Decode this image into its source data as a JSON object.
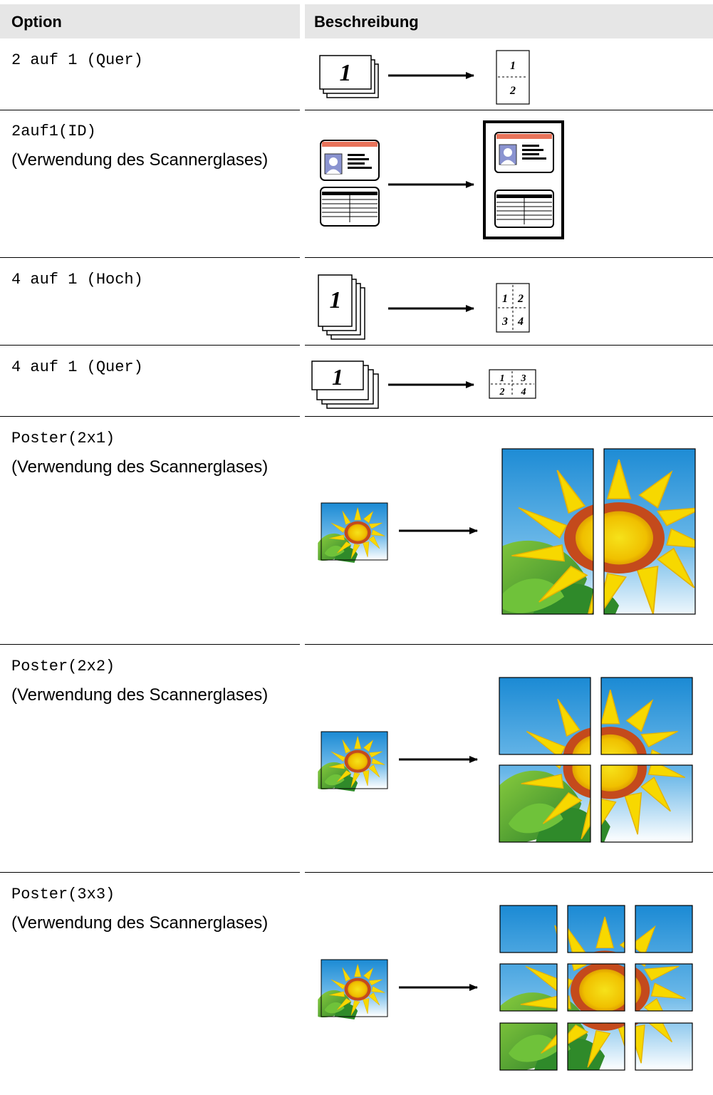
{
  "header": {
    "option": "Option",
    "description": "Beschreibung"
  },
  "rows": [
    {
      "option": "2 auf 1 (Quer)",
      "note": "",
      "diagram": "two-in-one-landscape-icon",
      "numbers": [
        "1",
        "1",
        "2"
      ]
    },
    {
      "option": "2auf1(ID)",
      "note": "(Verwendung des Scannerglases)",
      "diagram": "id-card-copy-icon"
    },
    {
      "option": "4 auf 1 (Hoch)",
      "note": "",
      "diagram": "four-in-one-portrait-icon",
      "numbers": [
        "1",
        "1",
        "2",
        "3",
        "4"
      ]
    },
    {
      "option": "4 auf 1 (Quer)",
      "note": "",
      "diagram": "four-in-one-landscape-icon",
      "numbers": [
        "1",
        "1",
        "3",
        "2",
        "4"
      ]
    },
    {
      "option": "Poster(2x1)",
      "note": "(Verwendung des Scannerglases)",
      "diagram": "poster-2x1-sunflower-icon"
    },
    {
      "option": "Poster(2x2)",
      "note": "(Verwendung des Scannerglases)",
      "diagram": "poster-2x2-sunflower-icon"
    },
    {
      "option": "Poster(3x3)",
      "note": "(Verwendung des Scannerglases)",
      "diagram": "poster-3x3-sunflower-icon"
    }
  ],
  "colors": {
    "header_bg": "#e6e6e6",
    "sky": "#1a8fd8",
    "petal": "#f6d700",
    "center": "#f3c300",
    "ring": "#c8501e",
    "leaf": "#3f9b2b",
    "id_stripe": "#e8735a",
    "avatar": "#5a63a8"
  }
}
